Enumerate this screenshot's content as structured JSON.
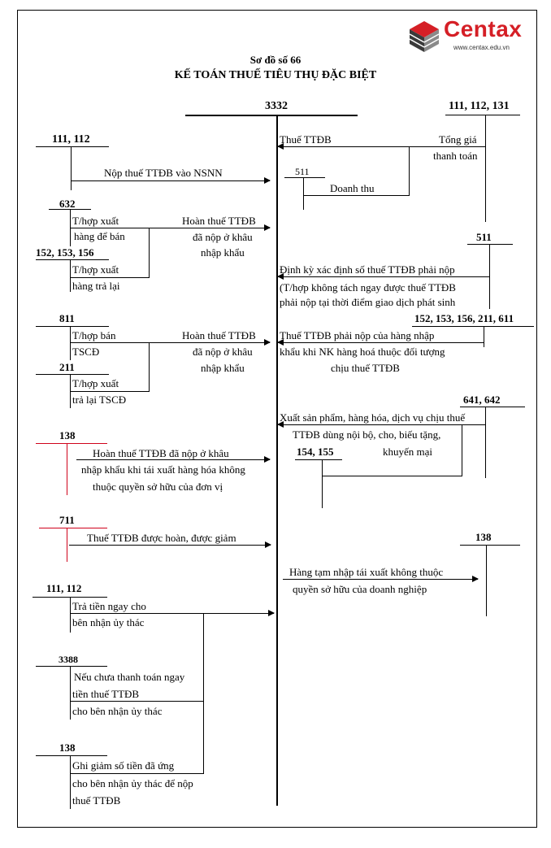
{
  "brand": {
    "name": "Centax",
    "url": "www.centax.edu.vn",
    "colors": {
      "logo_red": "#d51f26",
      "logo_dark": "#3a3a3a",
      "highlight_line": "#d0021b"
    }
  },
  "title": {
    "line1": "Sơ đồ số 66",
    "line2": "KẾ TOÁN THUẾ TIÊU THỤ ĐẶC BIỆT"
  },
  "accounts": {
    "main": "3332",
    "a111_112_131": "111, 112, 131",
    "a111_112_top": "111, 112",
    "a511_small": "511",
    "a632": "632",
    "a152_153_156": "152, 153, 156",
    "a511_right": "511",
    "a152_611": "152, 153, 156, 211, 611",
    "a811": "811",
    "a211": "211",
    "a641_642": "641, 642",
    "a138_left": "138",
    "a154_155": "154, 155",
    "a711": "711",
    "a138_right": "138",
    "a111_112_bottom": "111, 112",
    "a3388": "3388",
    "a138_bottom": "138"
  },
  "labels": {
    "thue_ttdb": "Thuế TTĐB",
    "tong_gia_1": "Tổng giá",
    "tong_gia_2": "thanh toán",
    "nop_thue": "Nộp thuế TTĐB vào NSNN",
    "doanh_thu": "Doanh thu",
    "th_xuat_1": "T/hợp xuất",
    "th_xuat_2": "hàng để bán",
    "hoan_1a": "Hoàn thuế TTĐB",
    "hoan_1b": "đã nộp ở khâu",
    "hoan_1c": "nhập khẩu",
    "th_xuat_3": "T/hợp xuất",
    "th_xuat_4": "hàng trả lại",
    "dinh_ky_1": "Định kỳ xác định số thuế TTĐB phải nộp",
    "dinh_ky_2": "(T/hợp không tách ngay được thuế TTĐB",
    "dinh_ky_3": "phải nộp tại thời điểm giao dịch phát sinh",
    "th_ban_1": "T/hợp bán",
    "th_ban_2": "TSCĐ",
    "hoan_2a": "Hoàn thuế TTĐB",
    "hoan_2b": "đã nộp ở khâu",
    "hoan_2c": "nhập khẩu",
    "nk_1": "Thuế TTĐB phải nộp của hàng nhập",
    "nk_2": "khẩu khi NK hàng hoá thuộc đối tượng",
    "nk_3": "chịu thuế TTĐB",
    "th_xuat_5": "T/hợp xuất",
    "th_xuat_6": "trả lại TSCĐ",
    "xuat_sp_1": "Xuất sản phẩm, hàng hóa, dịch vụ chịu thuế",
    "xuat_sp_2": "TTĐB dùng nội bộ, cho, biếu tặng,",
    "xuat_sp_3": "khuyến mại",
    "tai_xuat_1": "Hoàn thuế TTĐB đã nộp ở khâu",
    "tai_xuat_2": "nhập khẩu khi tái xuất hàng hóa không",
    "tai_xuat_3": "thuộc quyền sở hữu của đơn vị",
    "duoc_hoan": "Thuế TTĐB được hoàn, được giảm",
    "tam_nhap_1": "Hàng tạm nhập tái xuất không thuộc",
    "tam_nhap_2": "quyền sở hữu của doanh nghiệp",
    "tra_tien_1": "Trả tiền ngay cho",
    "tra_tien_2": "bên nhận ủy thác",
    "chua_tt_1": "Nếu chưa thanh toán ngay",
    "chua_tt_2": "tiền thuế TTĐB",
    "chua_tt_3": "cho bên nhận ủy thác",
    "ghi_giam_1": "Ghi giảm số tiền đã ứng",
    "ghi_giam_2": "cho bên nhận ủy thác để nộp",
    "ghi_giam_3": "thuế TTĐB"
  }
}
